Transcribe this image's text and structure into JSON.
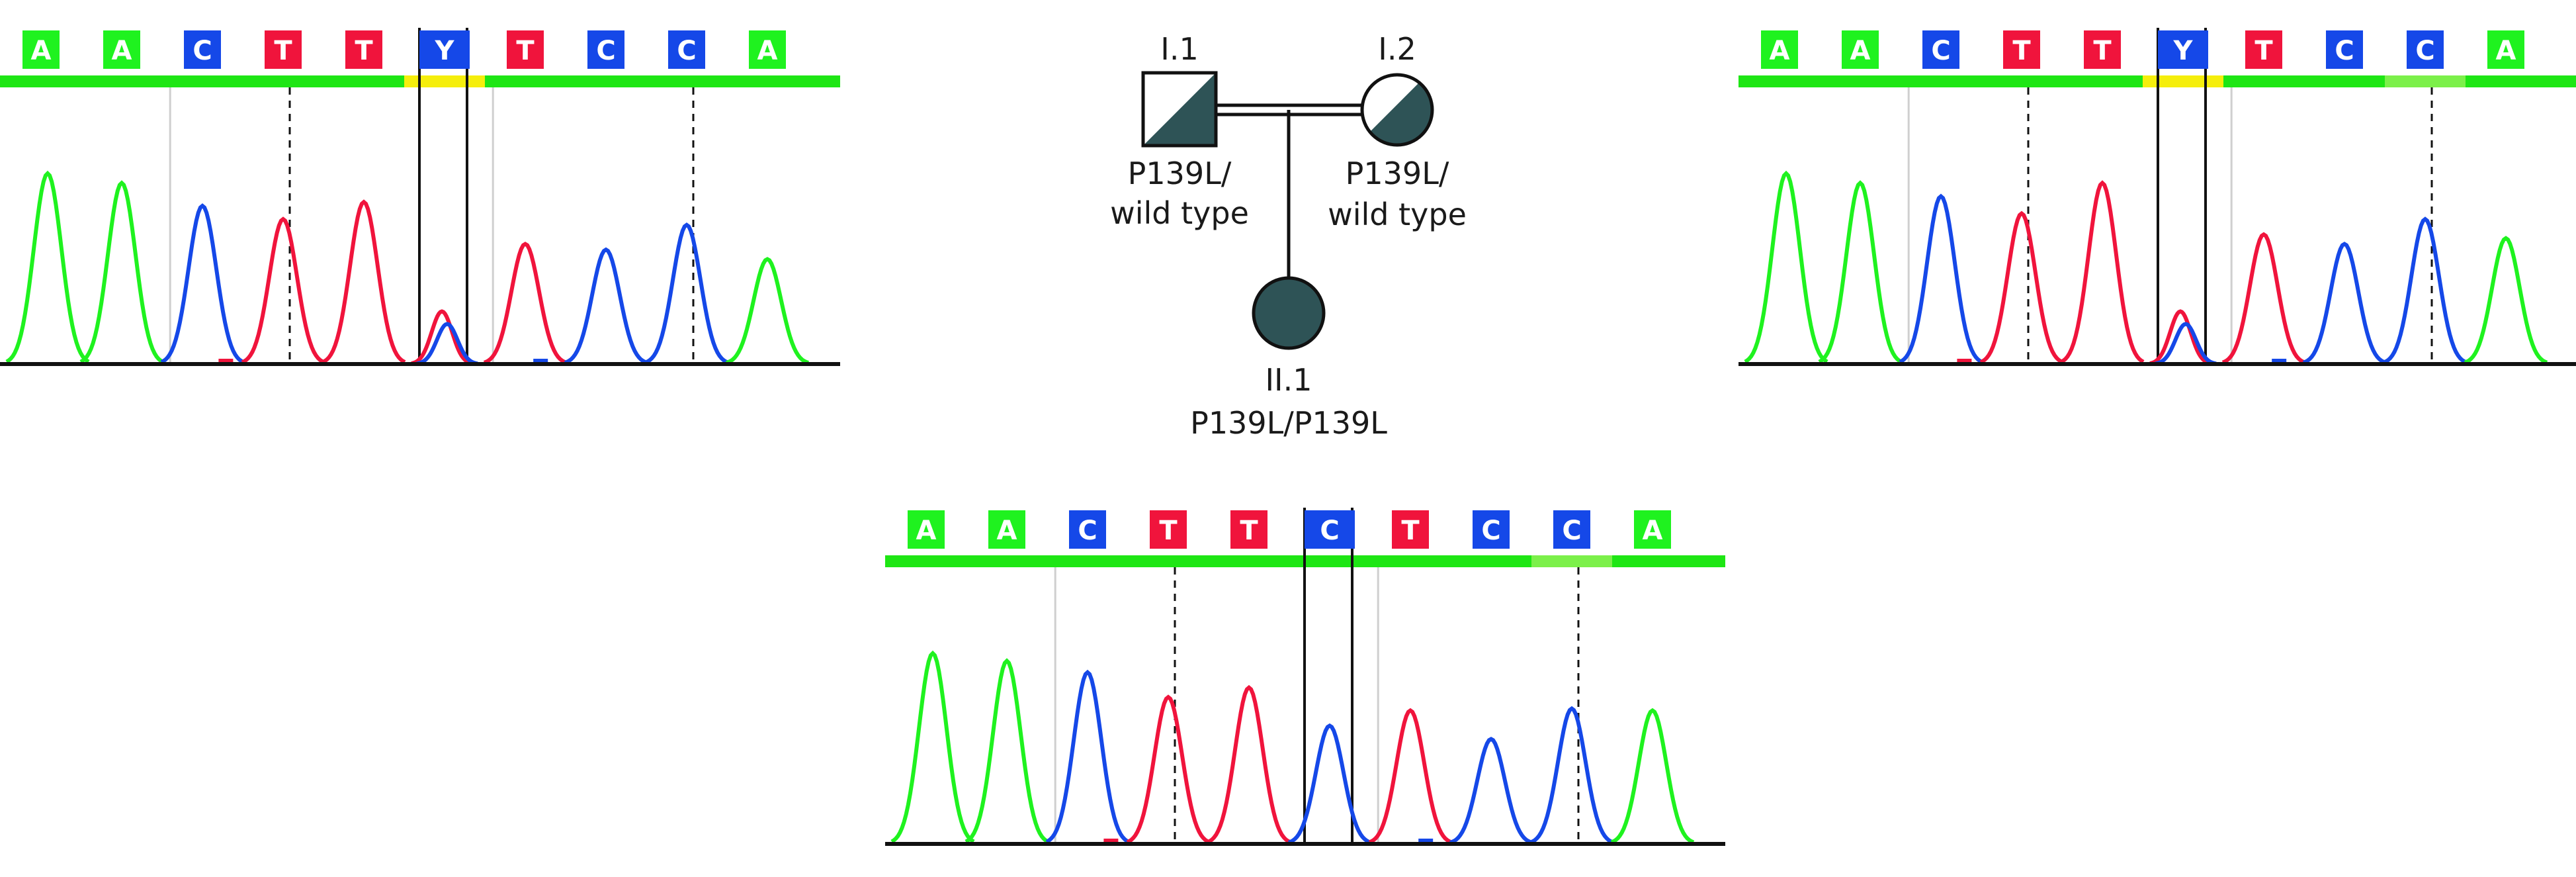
{
  "colors": {
    "A": "#1ff21f",
    "C": "#1548e8",
    "T": "#f0143c",
    "Y": "#1548e8",
    "qc_bar": "#1ee614",
    "qc_bar_light": "#7cf04a",
    "qc_bar_low": "#f5ee0c",
    "axis": "#111111",
    "grid": "#cfcfcf",
    "pedigree_fill": "#2e5356",
    "pedigree_stroke": "#111111",
    "label_text": "#1a1a1a"
  },
  "chromatograms": [
    {
      "id": "father",
      "bases": [
        "A",
        "A",
        "C",
        "T",
        "T",
        "Y",
        "T",
        "C",
        "C",
        "A"
      ],
      "highlight_index": 5,
      "low_quality_index": 5,
      "light_quality_index": null
    },
    {
      "id": "mother",
      "bases": [
        "A",
        "A",
        "C",
        "T",
        "T",
        "Y",
        "T",
        "C",
        "C",
        "A"
      ],
      "highlight_index": 5,
      "low_quality_index": 5,
      "light_quality_index": 8
    },
    {
      "id": "child",
      "bases": [
        "A",
        "A",
        "C",
        "T",
        "T",
        "C",
        "T",
        "C",
        "C",
        "A"
      ],
      "highlight_index": 5,
      "low_quality_index": null,
      "light_quality_index": 8
    }
  ],
  "pedigree": {
    "father": {
      "label": "I.1",
      "genotype_line1": "P139L/",
      "genotype_line2": "wild type"
    },
    "mother": {
      "label": "I.2",
      "genotype_line1": "P139L/",
      "genotype_line2": "wild type"
    },
    "child": {
      "label": "II.1",
      "genotype": "P139L/P139L"
    }
  }
}
